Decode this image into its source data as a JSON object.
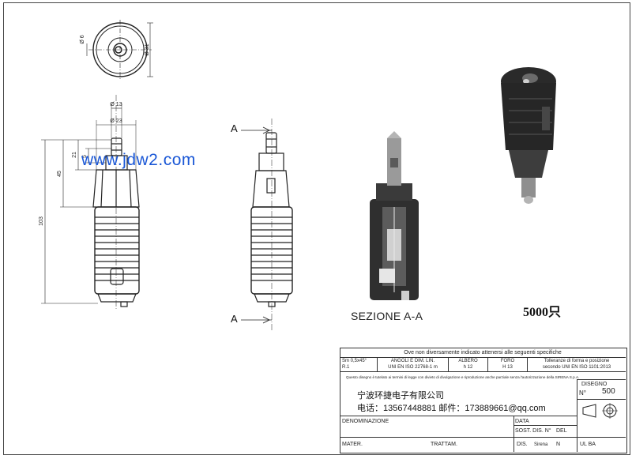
{
  "watermark": {
    "text": "www.jdw2.com"
  },
  "count_label": "5000只",
  "section": {
    "label": "SEZIONE A-A",
    "arrow_top": "A",
    "arrow_bottom": "A"
  },
  "top_view": {
    "dim_inner": "Ø 6",
    "dim_outer": "Ø 31"
  },
  "side_view": {
    "dim_13": "Ø 13",
    "dim_23": "Ø 23",
    "dim_103": "103",
    "dim_45": "45",
    "dim_21": "21",
    "dim_5": "5"
  },
  "title_block": {
    "header": "Ove non diversamente indicato attenersi alle seguenti specifiche",
    "col1_r1": "Sm 0,5x45°",
    "col1_r2": "R.1",
    "col2_r1": "ANGOLI E DIM. LIN.",
    "col2_r2": "UNI EN ISO 22768-1 m",
    "col3_r1": "ALBERO",
    "col3_r2": "h 12",
    "col4_r1": "FORO",
    "col4_r2": "H 13",
    "col5_r1": "Tolleranze di forma e posizione",
    "col5_r2": "secondo UNI EN ISO 1101:2013",
    "notice": "Questo disegno è tutelato ai termini di legge con divieto di divulgazione e riproduzione anche parziale senza l'autorizzazione della SIRENA S.p.A.",
    "company_name": "宁波环捷电子有限公司",
    "company_contact": "电话：13567448881 邮件：173889661@qq.com",
    "disegno_label": "DISEGNO",
    "disegno_no_label": "N°",
    "disegno_no_value": "500",
    "denominazione_label": "DENOMINAZIONE",
    "data_label": "DATA",
    "sost_label": "SOST. DIS. N°",
    "del_label": "DEL",
    "mater_label": "MATER.",
    "trattam_label": "TRATTAM.",
    "dis_label": "DIS.",
    "dis_value": "Sirena",
    "dis_n_label": "N",
    "ul_ba_label": "UL BA"
  }
}
